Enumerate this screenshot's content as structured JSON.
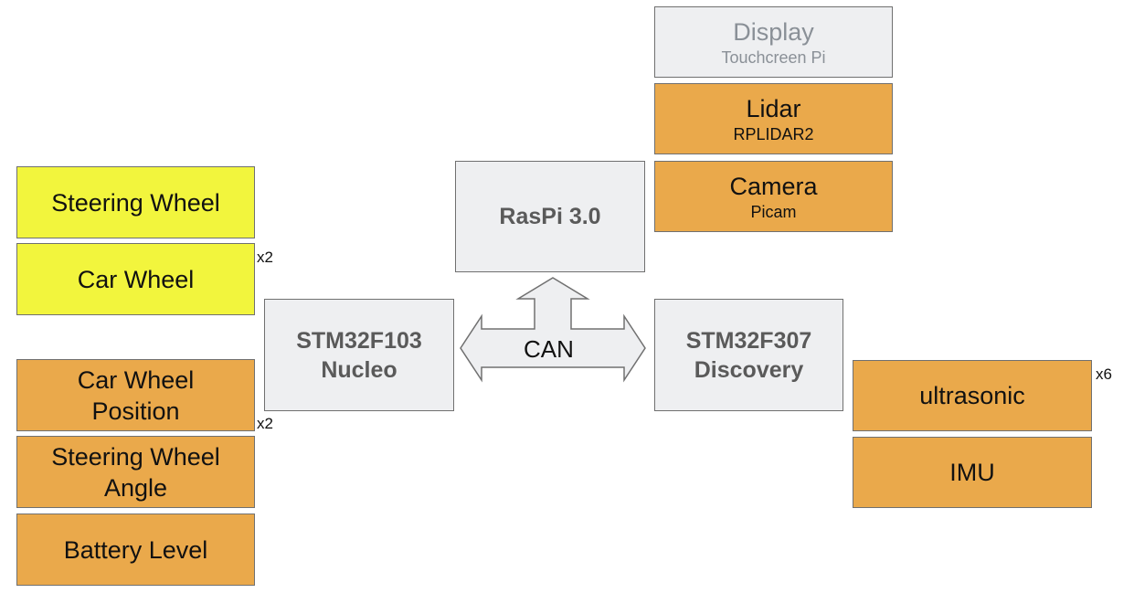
{
  "left_inputs": [
    {
      "id": "steering-wheel",
      "label": "Steering Wheel"
    },
    {
      "id": "car-wheel",
      "label": "Car Wheel",
      "multiplier": "x2"
    }
  ],
  "left_sensors": [
    {
      "id": "car-wheel-position",
      "label_line1": "Car Wheel",
      "label_line2": "Position",
      "multiplier": "x2"
    },
    {
      "id": "steering-wheel-angle",
      "label_line1": "Steering Wheel",
      "label_line2": "Angle"
    },
    {
      "id": "battery-level",
      "label": "Battery Level"
    }
  ],
  "controllers": {
    "nucleo": {
      "line1": "STM32F103",
      "line2": "Nucleo"
    },
    "raspi": {
      "label": "RasPi 3.0"
    },
    "discovery": {
      "line1": "STM32F307",
      "line2": "Discovery"
    }
  },
  "bus": {
    "label": "CAN"
  },
  "top_right": [
    {
      "id": "display",
      "title": "Display",
      "subtitle": "Touchcreen Pi"
    },
    {
      "id": "lidar",
      "title": "Lidar",
      "subtitle": "RPLIDAR2"
    },
    {
      "id": "camera",
      "title": "Camera",
      "subtitle": "Picam"
    }
  ],
  "right_sensors": [
    {
      "id": "ultrasonic",
      "label": "ultrasonic",
      "multiplier": "x6"
    },
    {
      "id": "imu",
      "label": "IMU"
    }
  ],
  "colors": {
    "input": "#f2f53d",
    "sensor": "#eaa94b",
    "controller": "#eeeff1",
    "border": "#707070"
  }
}
